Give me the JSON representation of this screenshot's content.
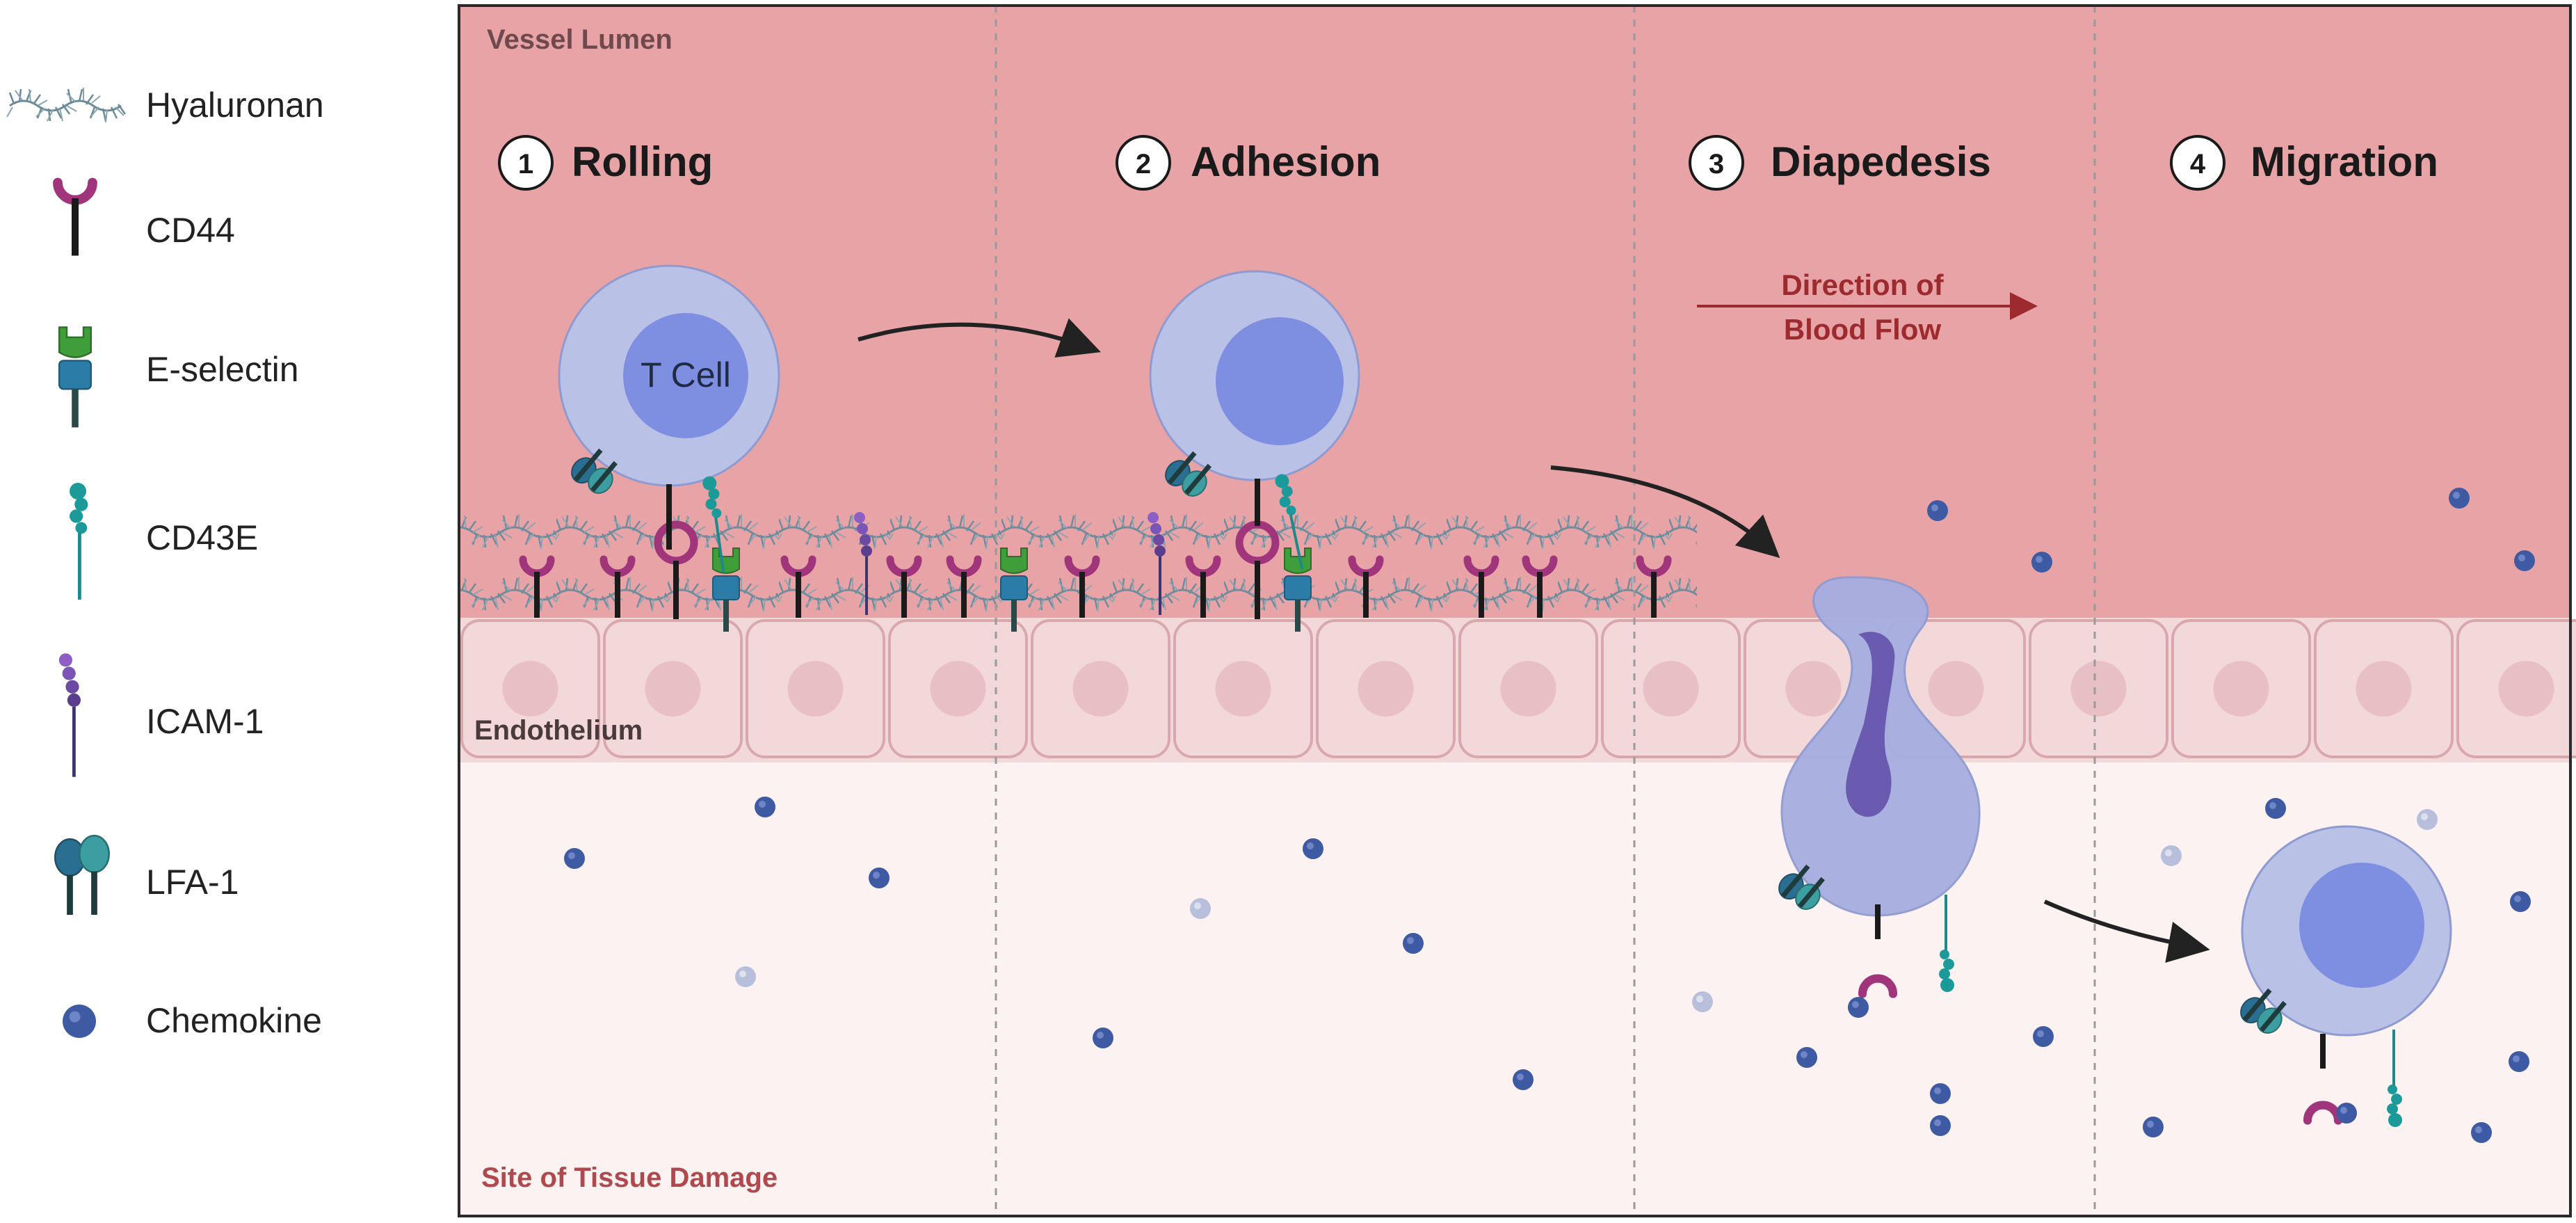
{
  "legend": [
    {
      "id": "hyaluronan",
      "label": "Hyaluronan",
      "icon": "hyaluronan-icon"
    },
    {
      "id": "cd44",
      "label": "CD44",
      "icon": "cd44-icon"
    },
    {
      "id": "eselectin",
      "label": "E-selectin",
      "icon": "e-selectin-icon"
    },
    {
      "id": "cd43e",
      "label": "CD43E",
      "icon": "cd43e-icon"
    },
    {
      "id": "icam1",
      "label": "ICAM-1",
      "icon": "icam1-icon"
    },
    {
      "id": "lfa1",
      "label": "LFA-1",
      "icon": "lfa1-icon"
    },
    {
      "id": "chemokine",
      "label": "Chemokine",
      "icon": "chemokine-icon"
    }
  ],
  "regions": {
    "lumen": "Vessel Lumen",
    "endothelium": "Endothelium",
    "tissue": "Site of Tissue Damage"
  },
  "steps": [
    {
      "num": "1",
      "title": "Rolling"
    },
    {
      "num": "2",
      "title": "Adhesion"
    },
    {
      "num": "3",
      "title": "Diapedesis"
    },
    {
      "num": "4",
      "title": "Migration"
    }
  ],
  "tcell_label": "T Cell",
  "flow": {
    "line1": "Direction of",
    "line2": "Blood Flow"
  },
  "colors": {
    "lumen": "#e8a3a6",
    "endothelium": "#f3d8da",
    "tissue": "#fdf2f2",
    "cell_body": "#b9c1e6",
    "cell_nucleus": "#7e8ee0",
    "cd44": "#a0357c",
    "eselectin_top": "#3f9e3a",
    "eselectin_bottom": "#2b7da8",
    "cd43e": "#1c9a9a",
    "icam1": "#6c4aa3",
    "lfa1": "#2f8e9e",
    "chemokine": "#3e5aa3",
    "flow_arrow": "#9c2a2f",
    "region_text_lumen": "#6e4a4d",
    "region_text_tissue": "#b0494e"
  }
}
